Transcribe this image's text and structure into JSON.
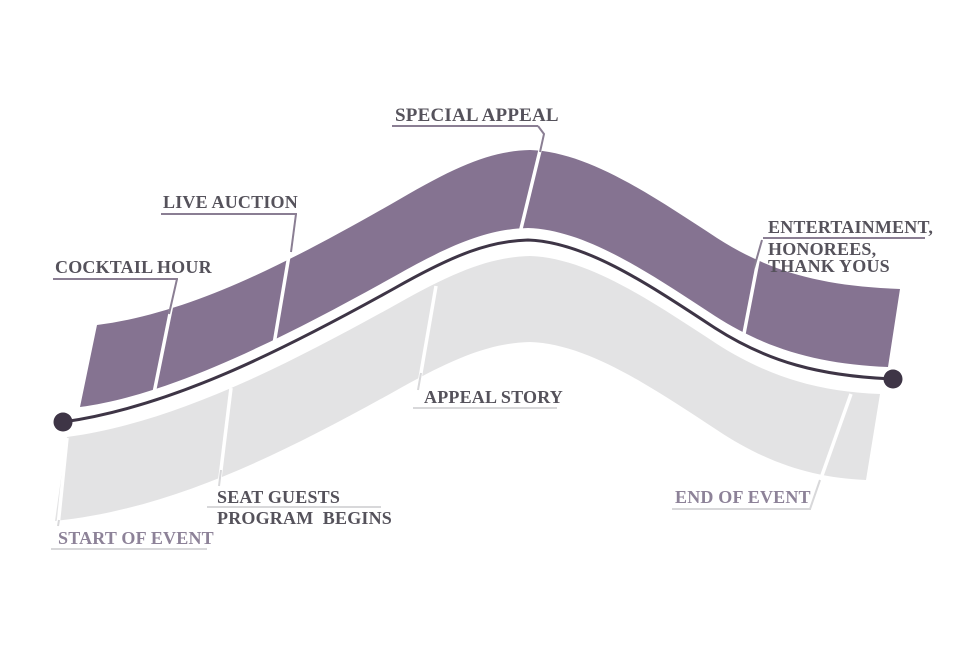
{
  "diagram": {
    "type": "event-flow-timeline",
    "milestones_above_line": [
      "COCKTAIL HOUR",
      "LIVE AUCTION",
      "SPECIAL APPEAL",
      "ENTERTAINMENT, HONOREES, THANK YOUS"
    ],
    "milestones_below_line": [
      "START OF EVENT",
      "SEAT GUESTS PROGRAM BEGINS",
      "APPEAL STORY",
      "END OF EVENT"
    ]
  },
  "labels": {
    "cocktail_hour": "COCKTAIL HOUR",
    "live_auction": "LIVE AUCTION",
    "special_appeal": "SPECIAL APPEAL",
    "entertainment_line1": "ENTERTAINMENT,",
    "entertainment_line2": "HONOREES,",
    "entertainment_line3": "THANK YOUS",
    "appeal_story": "APPEAL STORY",
    "seat_guests_line1": "SEAT GUESTS",
    "seat_guests_line2": "PROGRAM  BEGINS",
    "start_of_event": "START OF EVENT",
    "end_of_event": "END OF EVENT"
  },
  "colors": {
    "band_purple": "#857391",
    "band_gray": "#e3e3e4",
    "line_dark": "#3e3546",
    "label_dark": "#55525b",
    "label_muted": "#8d8298",
    "leader_purple": "#8a7e93",
    "leader_light": "#d8d8da",
    "background": "#ffffff"
  }
}
